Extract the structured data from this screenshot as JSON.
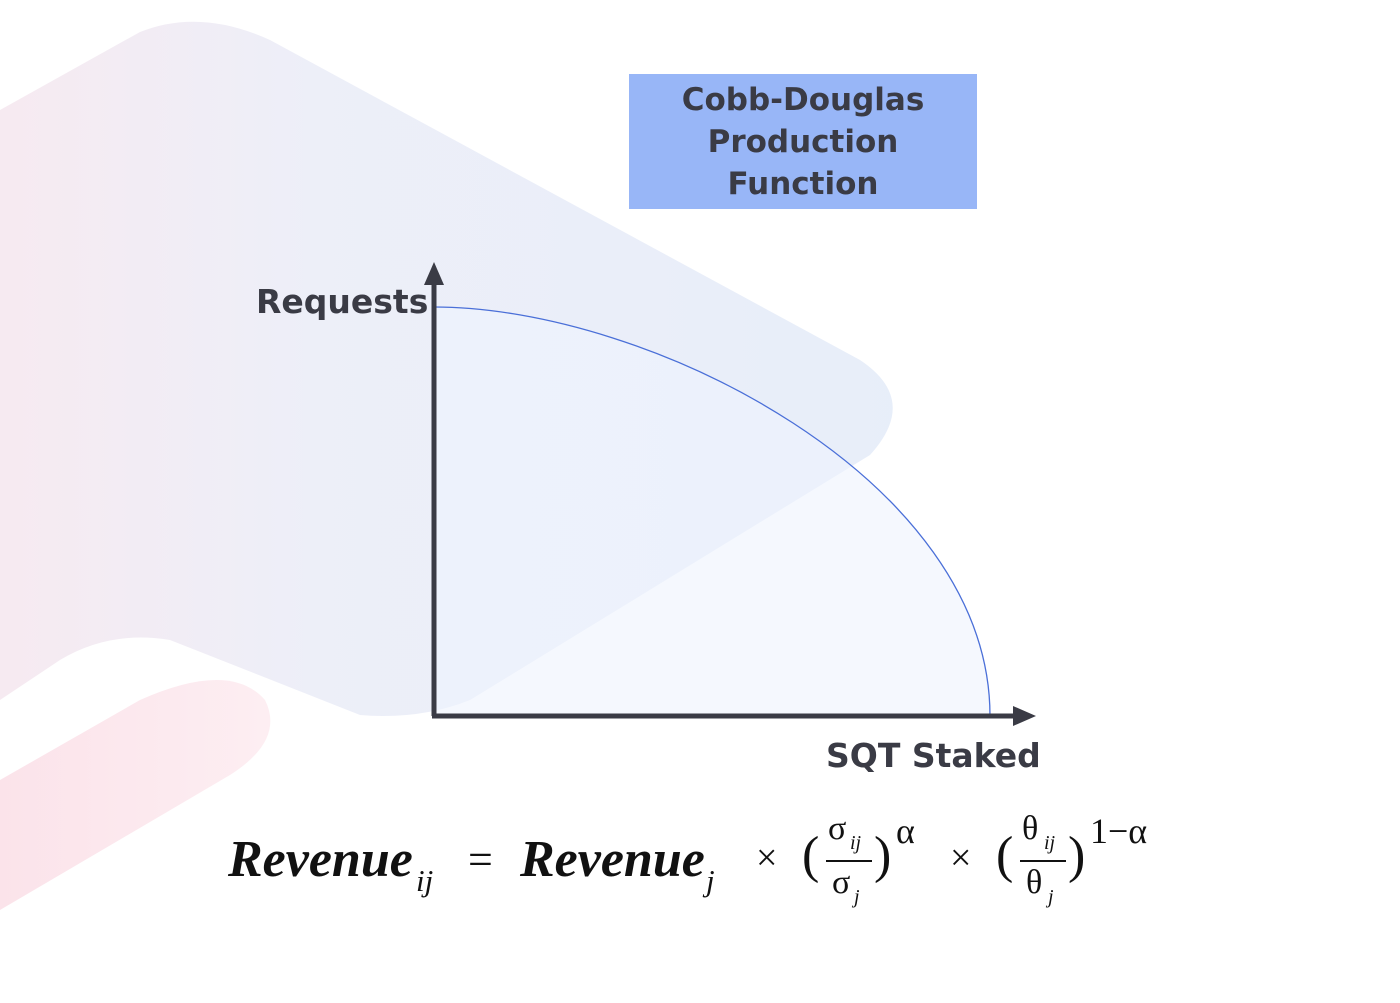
{
  "title": {
    "line1": "Cobb-Douglas",
    "line2": "Production Function"
  },
  "axes": {
    "y_label": "Requests",
    "x_label": "SQT Staked"
  },
  "formula": {
    "lhs": "Revenue",
    "lhs_sub": "ij",
    "equals": "=",
    "rhs": "Revenue",
    "rhs_sub": "j",
    "times1": "×",
    "sigma_num": "σ",
    "sigma_num_sub": "ij",
    "sigma_den": "σ",
    "sigma_den_sub": "j",
    "exp1": "α",
    "times2": "×",
    "theta_num": "θ",
    "theta_num_sub": "ij",
    "theta_den": "θ",
    "theta_den_sub": "j",
    "exp2": "1−α",
    "lparen": "(",
    "rparen": ")"
  },
  "colors": {
    "title_box": "#98b6f7",
    "axis": "#3a3b45",
    "curve": "#4a6fd8",
    "curve_fill": "#eef3fd",
    "background_shape": "#e8ecf8",
    "accent_shape": "#fbe8ee"
  }
}
